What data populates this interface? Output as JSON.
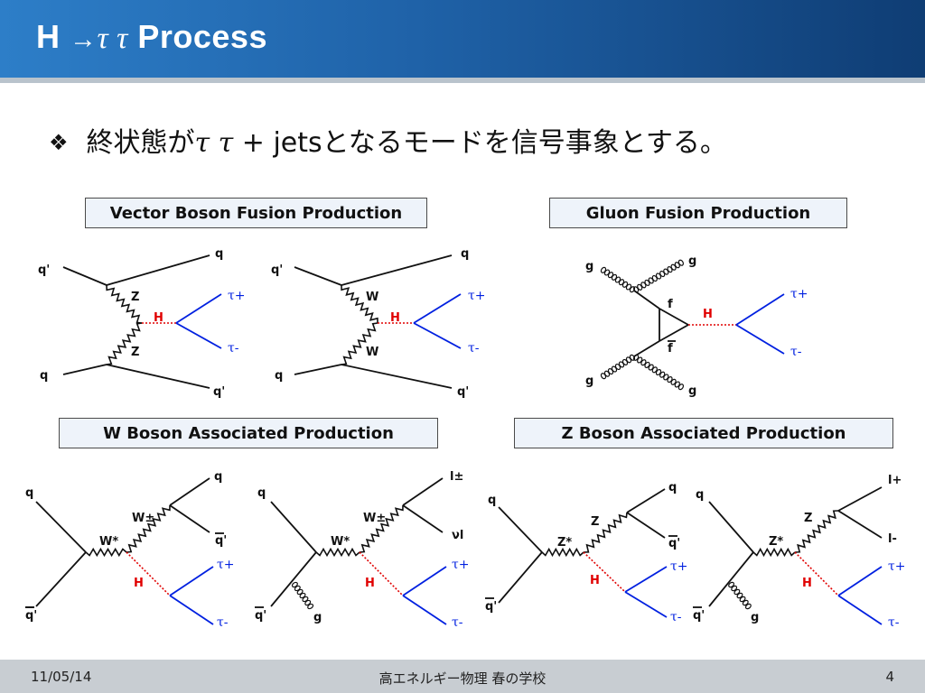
{
  "title": {
    "h": "H",
    "arrow": "→",
    "tau": "τ τ",
    "process": "Process"
  },
  "bullet": {
    "mark": "❖",
    "text_before": "終状態が",
    "tau": "τ τ",
    "text_after": "+ jetsとなるモードを信号事象とする。"
  },
  "boxes": {
    "vbf": "Vector Boson Fusion Production",
    "ggf": "Gluon Fusion Production",
    "wh": "W Boson Associated Production",
    "zh": "Z Boson Associated Production"
  },
  "labels": {
    "q": "q",
    "qp": "q'",
    "qbar": "q",
    "qbarp": "q'",
    "g": "g",
    "Z": "Z",
    "W": "W",
    "H": "H",
    "tau_plus": "τ+",
    "tau_minus": "τ-",
    "f": "f",
    "fbar": "f",
    "W_star": "W*",
    "W_pm": "W±",
    "Z_star": "Z*",
    "l_pm": "l±",
    "nu_l": "νl",
    "l_plus": "l+",
    "l_minus": "l-"
  },
  "colors": {
    "higgs": "#e00000",
    "tau": "#0020e0",
    "boson": "#111111"
  },
  "footer": {
    "date": "11/05/14",
    "center": "高エネルギー物理 春の学校",
    "page": "4"
  }
}
